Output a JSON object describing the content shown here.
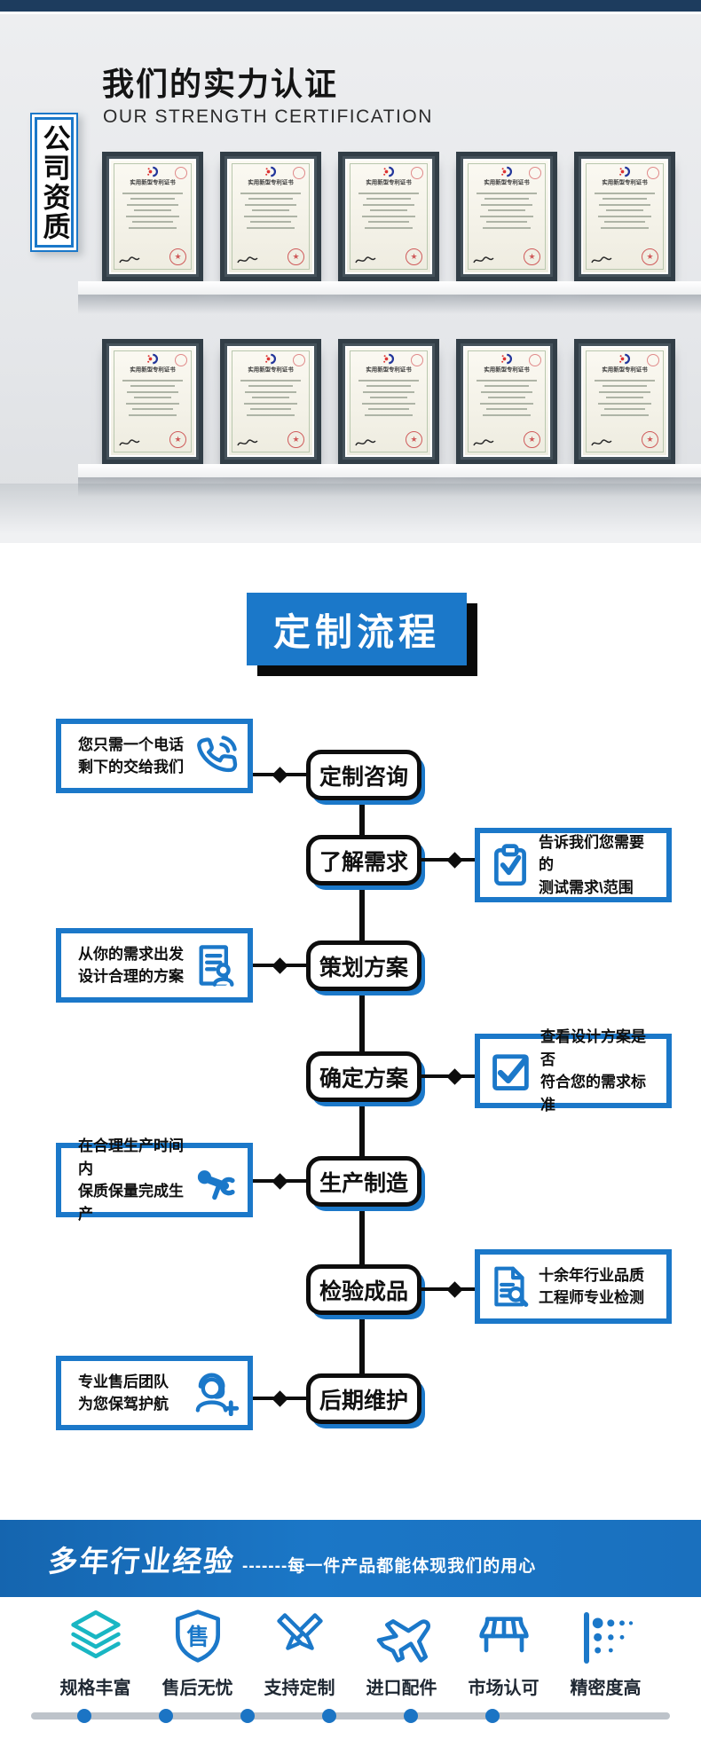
{
  "colors": {
    "accent": "#1b78c9",
    "banner_blue": "#1a70be",
    "navy_bar": "#1d3c5e",
    "teal": "#19b6c3"
  },
  "cert_section": {
    "title": "我们的实力认证",
    "subtitle": "OUR STRENGTH CERTIFICATION",
    "side_label": "公司资质",
    "certificate_title": "实用新型专利证书",
    "certificate_count": 10
  },
  "process_section": {
    "title": "定制流程",
    "steps": [
      {
        "node": "定制咨询",
        "side": "left",
        "icon": "phone-icon",
        "lines": [
          "您只需一个电话",
          "剩下的交给我们"
        ]
      },
      {
        "node": "了解需求",
        "side": "right",
        "icon": "clipboard-check-icon",
        "lines": [
          "告诉我们您需要的",
          "测试需求\\范围"
        ]
      },
      {
        "node": "策划方案",
        "side": "left",
        "icon": "document-user-icon",
        "lines": [
          "从你的需求出发",
          "设计合理的方案"
        ]
      },
      {
        "node": "确定方案",
        "side": "right",
        "icon": "checkbox-check-icon",
        "lines": [
          "查看设计方案是否",
          "符合您的需求标准"
        ]
      },
      {
        "node": "生产制造",
        "side": "left",
        "icon": "worker-icon",
        "lines": [
          "在合理生产时间内",
          "保质保量完成生产"
        ]
      },
      {
        "node": "检验成品",
        "side": "right",
        "icon": "document-search-icon",
        "lines": [
          "十余年行业品质",
          "工程师专业检测"
        ]
      },
      {
        "node": "后期维护",
        "side": "left",
        "icon": "headset-user-icon",
        "lines": [
          "专业售后团队",
          "为您保驾护航"
        ]
      }
    ]
  },
  "bottom_banner": {
    "title": "多年行业经验",
    "tagline": "-------每一件产品都能体现我们的用心"
  },
  "features": [
    {
      "label": "规格丰富",
      "icon": "layers-icon"
    },
    {
      "label": "售后无忧",
      "icon": "shield-icon",
      "char": "售"
    },
    {
      "label": "支持定制",
      "icon": "pencils-icon"
    },
    {
      "label": "进口配件",
      "icon": "plane-icon"
    },
    {
      "label": "市场认可",
      "icon": "store-icon"
    },
    {
      "label": "精密度高",
      "icon": "dots-icon"
    }
  ],
  "timeline": {
    "dot_count": 6
  }
}
